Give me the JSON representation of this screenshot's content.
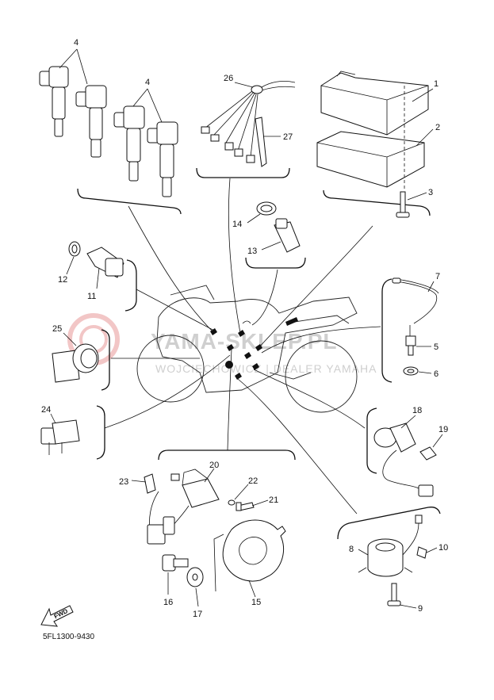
{
  "diagram_code": "5FL1300-9430",
  "fwd_label": "FWD",
  "watermark": {
    "main": "YAMA-SKLEP.PL",
    "sub": "WOJCIECHOWICZ | DEALER YAMAHA"
  },
  "callouts": {
    "p1": "1",
    "p2": "2",
    "p3": "3",
    "p4a": "4",
    "p4b": "4",
    "p5": "5",
    "p6": "6",
    "p7": "7",
    "p8": "8",
    "p9": "9",
    "p10": "10",
    "p11": "11",
    "p12": "12",
    "p13": "13",
    "p14": "14",
    "p15": "15",
    "p16": "16",
    "p17": "17",
    "p18": "18",
    "p19": "19",
    "p20": "20",
    "p21": "21",
    "p22": "22",
    "p23": "23",
    "p24": "24",
    "p25": "25",
    "p26": "26",
    "p27": "27"
  }
}
